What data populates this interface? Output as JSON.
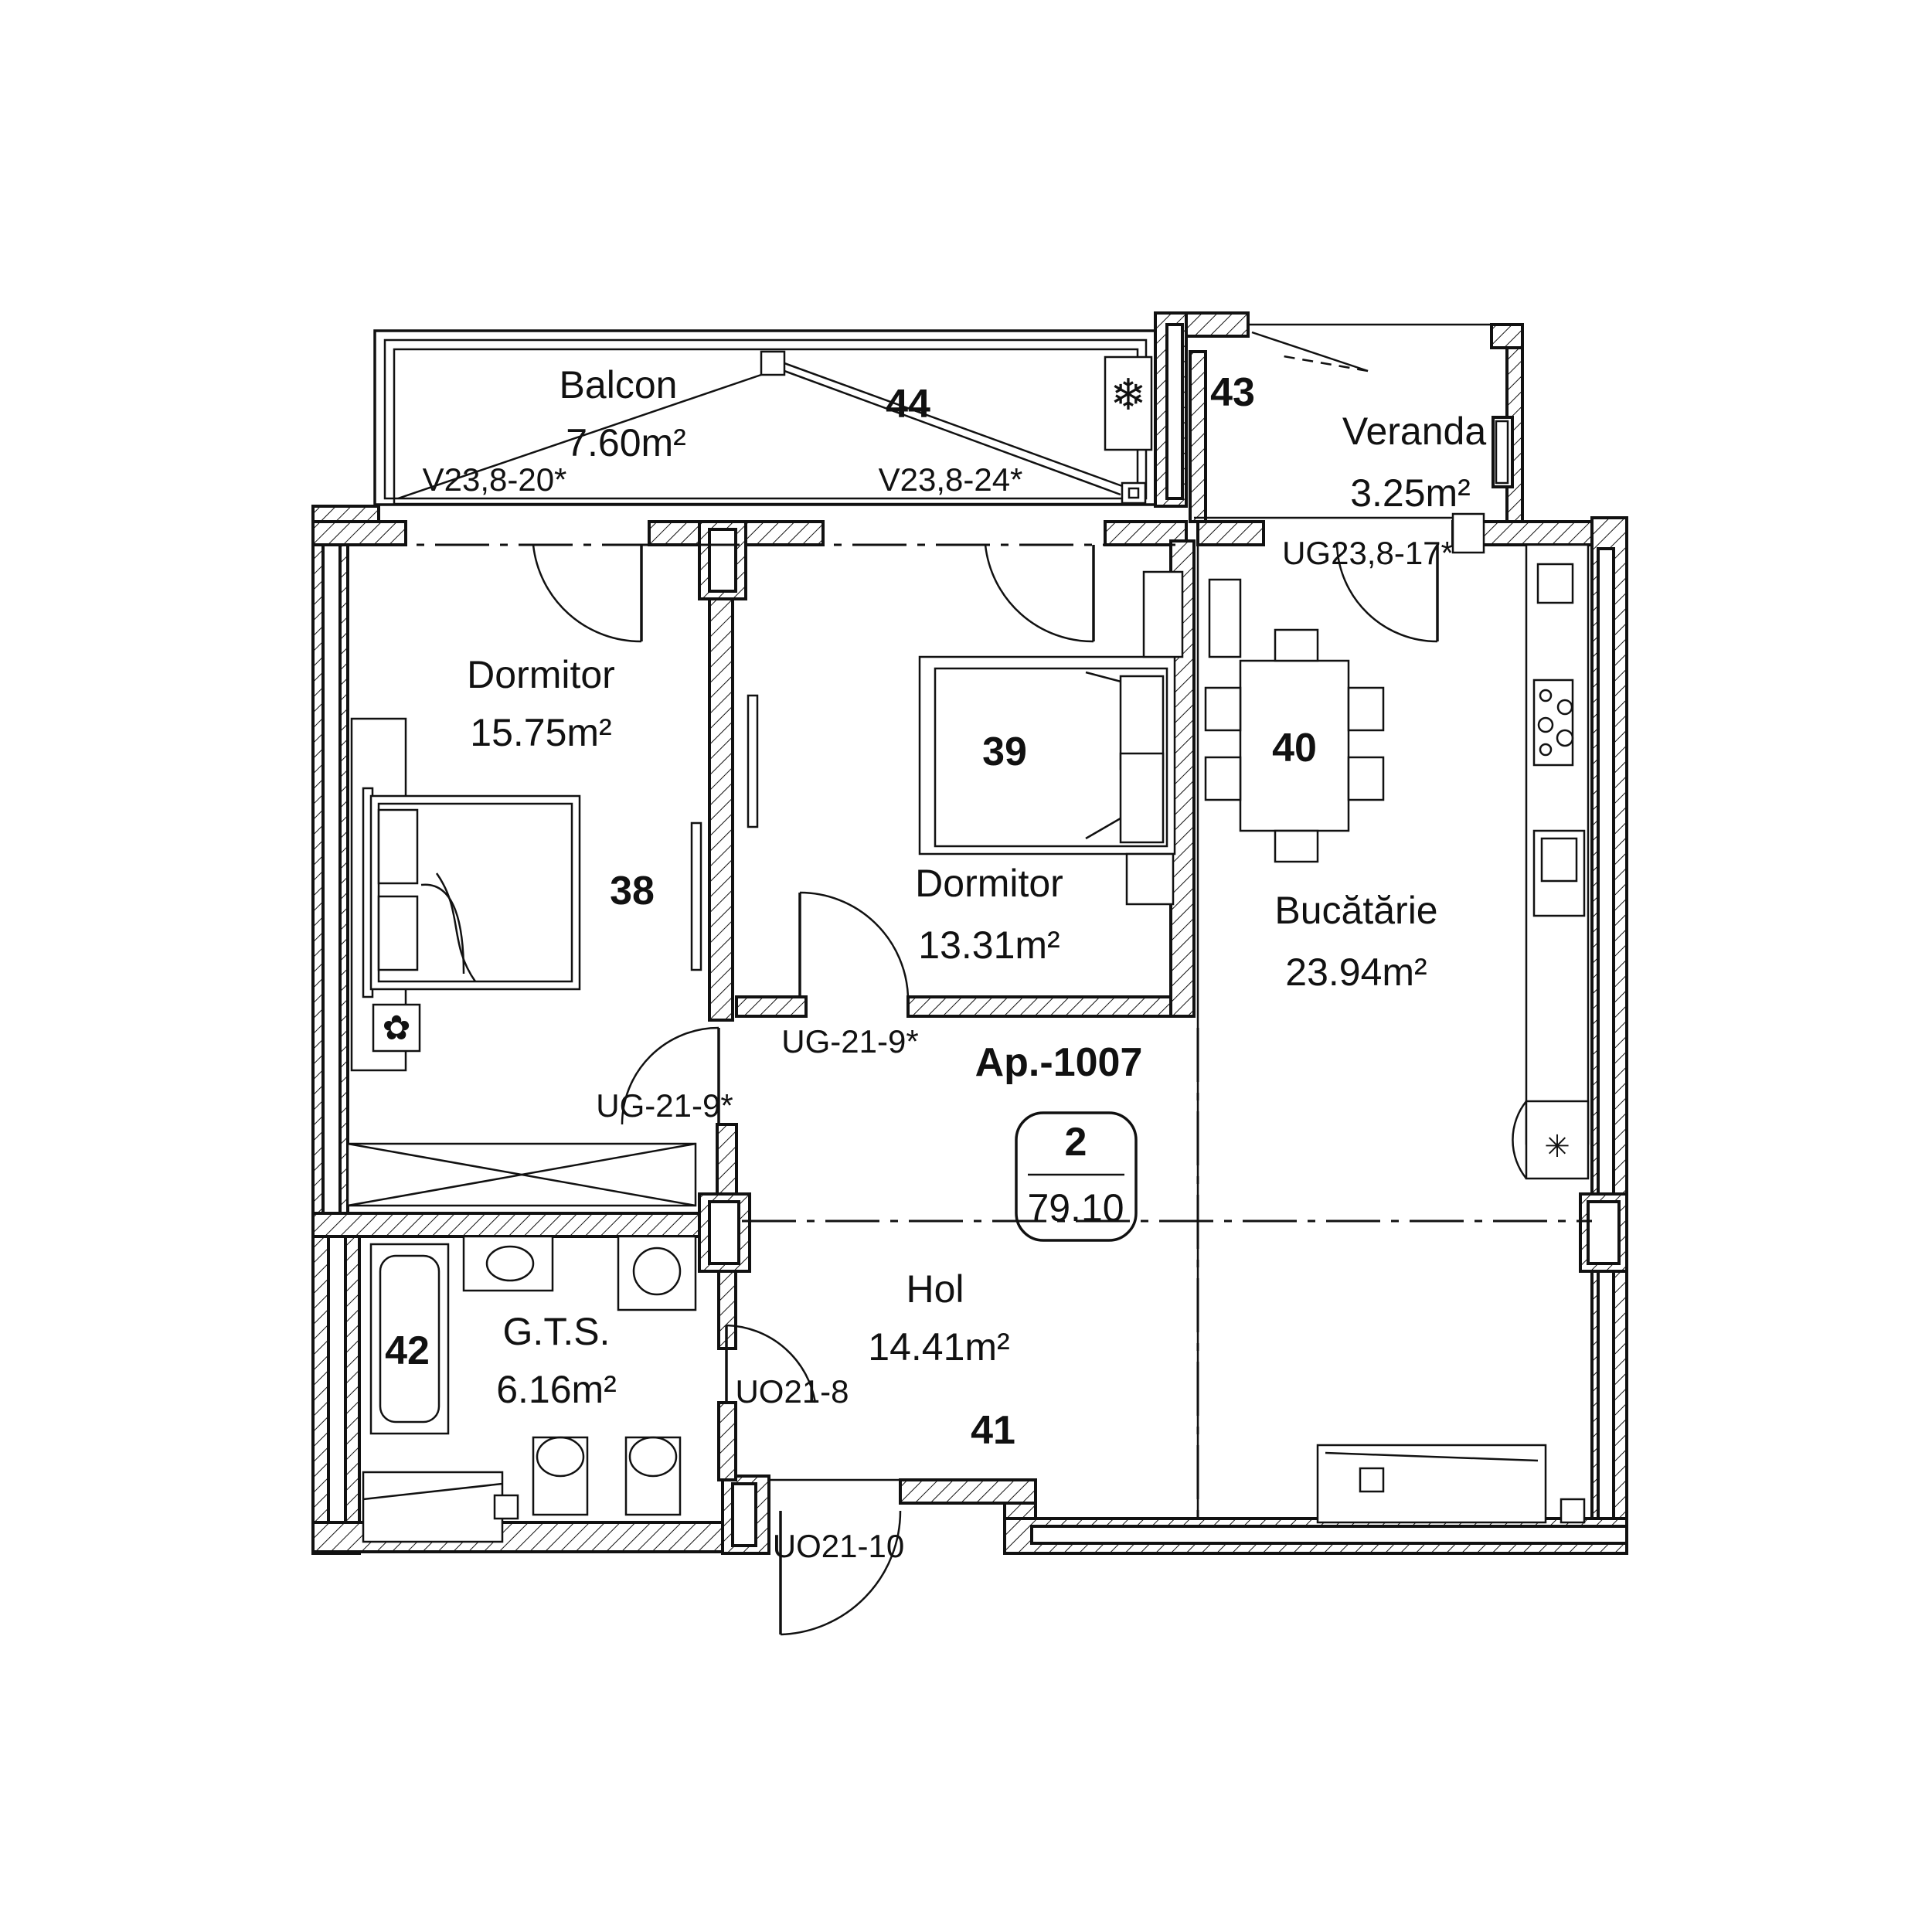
{
  "apartment": {
    "label": "Ap.-1007",
    "rooms_count": "2",
    "total_area": "79.10"
  },
  "rooms": {
    "balcon": {
      "name": "Balcon",
      "area": "7.60m²",
      "number": "44"
    },
    "veranda": {
      "name": "Veranda",
      "area": "3.25m²",
      "number": "43"
    },
    "dormitor1": {
      "name": "Dormitor",
      "area": "15.75m²",
      "number": "38"
    },
    "dormitor2": {
      "name": "Dormitor",
      "area": "13.31m²",
      "number": "39"
    },
    "bucatarie": {
      "name": "Bucătărie",
      "area": "23.94m²",
      "number": "40"
    },
    "hol": {
      "name": "Hol",
      "area": "14.41m²",
      "number": "41"
    },
    "gts": {
      "name": "G.T.S.",
      "area": "6.16m²",
      "number": "42"
    }
  },
  "openings": {
    "v1": "V23,8-20*",
    "v2": "V23,8-24*",
    "ug_kitchen": "UG23,8-17*",
    "ug_d2": "UG-21-9*",
    "ug_d1": "UG-21-9*",
    "uo_bath": "UO21-8",
    "uo_entry": "UO21-10"
  },
  "icons": {
    "ac_unit": "snowflake-icon",
    "hob": "stove-icon",
    "fridge": "asterisk-icon",
    "plant": "flower-icon"
  },
  "colors": {
    "line": "#111111",
    "background": "#ffffff"
  }
}
